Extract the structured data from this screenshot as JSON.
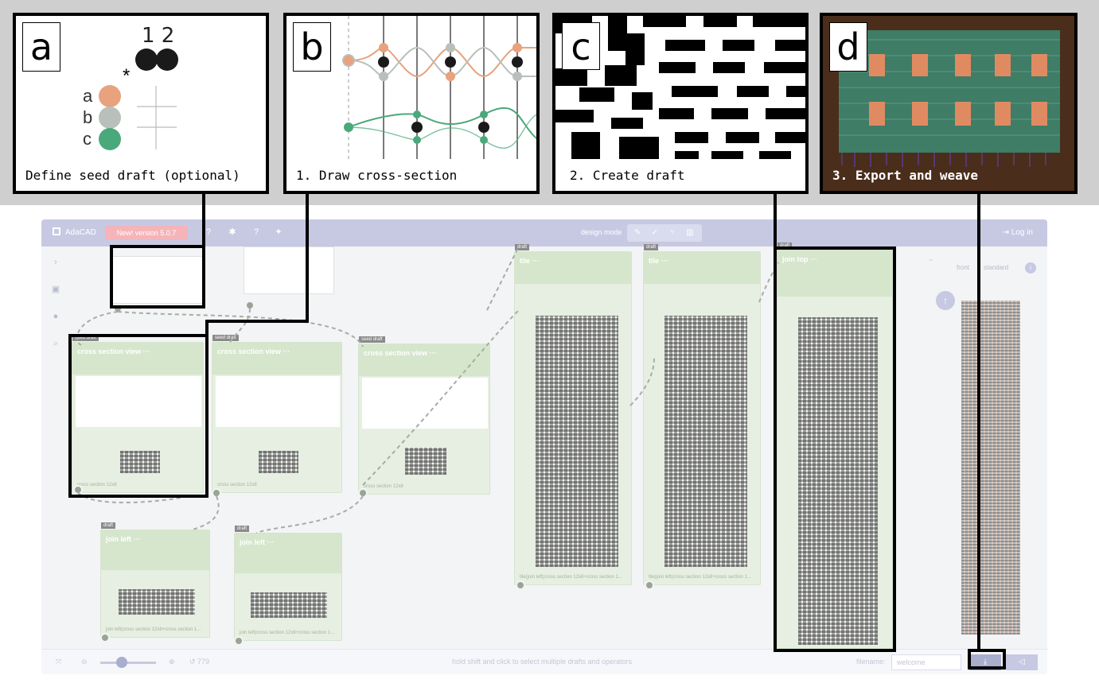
{
  "app": {
    "brand": "AdaCAD",
    "version_button": "New! version 5.0.7",
    "mode_label": "design mode",
    "login": "Log in",
    "bottom_hint": "hold shift and click to select multiple drafts and operators",
    "zoom_count": "779",
    "filename_label": "filename:",
    "filename_value": "welcome",
    "viewer": {
      "front_btn": "front",
      "standard_btn": "standard"
    },
    "operators": [
      {
        "title": "cross section view ···",
        "tag": "seed draft",
        "foot": "cross section 12x8"
      },
      {
        "title": "cross section view ···",
        "tag": "seed draft",
        "foot": "cross section 12x8"
      },
      {
        "title": "cross section view ···",
        "tag": "seed draft",
        "foot": "cross section 12x8"
      },
      {
        "title": "tile ···",
        "tag": "draft",
        "foot": "tile(join left(cross section 12x8+cross section 1..."
      },
      {
        "title": "tile ···",
        "tag": "draft",
        "foot": "tile(join left(cross section 12x8+cross section 1..."
      },
      {
        "title": "join top ···",
        "tag": "draft",
        "foot": ""
      },
      {
        "title": "join left ···",
        "tag": "draft",
        "foot": "join left(cross section 12x8+cross section 1..."
      },
      {
        "title": "join left ···",
        "tag": "draft",
        "foot": "join left(cross section 12x8+cross section 1..."
      }
    ]
  },
  "panels": [
    {
      "letter": "a",
      "caption": "Define seed draft (optional)",
      "numbers": "1 2",
      "star": "*",
      "rows": [
        "a",
        "b",
        "c"
      ]
    },
    {
      "letter": "b",
      "caption": "1.  Draw cross-section"
    },
    {
      "letter": "c",
      "caption": "2. Create draft"
    },
    {
      "letter": "d",
      "caption": "3. Export and weave"
    }
  ],
  "colors": {
    "orange": "#e8a27e",
    "gray": "#b9c0bc",
    "green": "#4aa97a",
    "black": "#1a1a1a",
    "ui_purple": "#c7c9e3",
    "op_green": "#d5e6cc"
  },
  "icons": [
    "logo-icon",
    "help-icon",
    "settings-icon",
    "bulb-icon",
    "edit-icon",
    "check-icon",
    "branch-icon",
    "book-icon",
    "login-icon",
    "expand-icon",
    "library-icon",
    "comment-icon",
    "search-icon",
    "fit-icon",
    "zoom-out-icon",
    "zoom-in-icon",
    "undo-icon",
    "download-icon",
    "share-icon",
    "up-arrow-icon",
    "info-icon"
  ]
}
